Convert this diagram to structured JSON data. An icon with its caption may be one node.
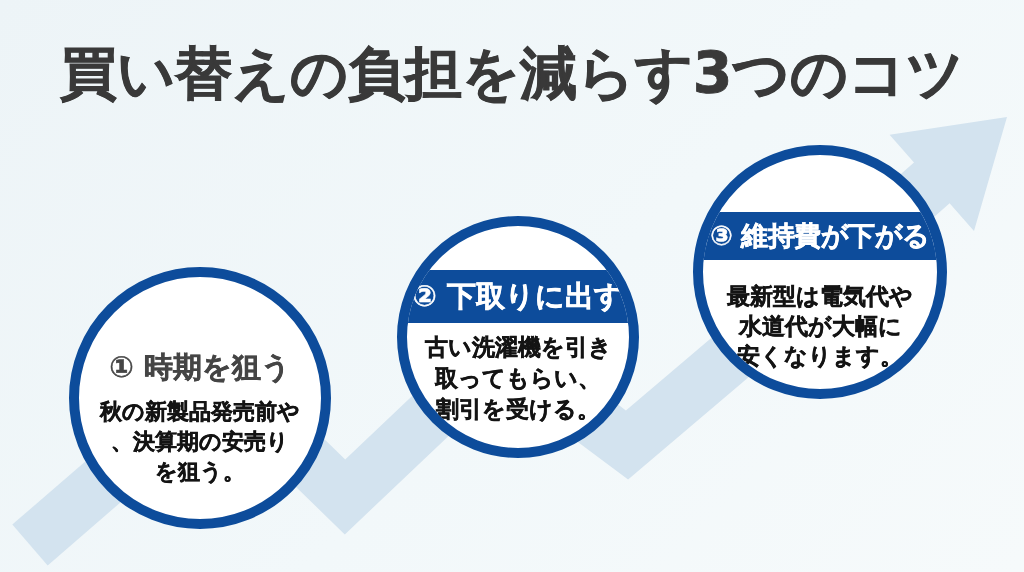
{
  "diagram": {
    "title": "買い替えの負担を減らす3つのコツ",
    "nodes": [
      {
        "text": [
          "① 時期を狙う",
          "秋の新製品発売前や、決算期の安売りを狙う。"
        ]
      },
      {
        "text": [
          "② 下取りに出す",
          "古い洗濯機を引き取ってもらい、割引を受ける。"
        ]
      },
      {
        "text": [
          "③ 維持費が下がる",
          "最新型は電気代や水道代が大幅に安くなります。"
        ]
      }
    ],
    "edges": [
      {
        "from": null,
        "to": 0,
        "arrow": "none"
      },
      {
        "from": 0,
        "to": 1,
        "arrow": "none"
      },
      {
        "from": 1,
        "to": 2,
        "arrow": "none"
      },
      {
        "from": 2,
        "to": null,
        "arrow": "to"
      }
    ]
  }
}
